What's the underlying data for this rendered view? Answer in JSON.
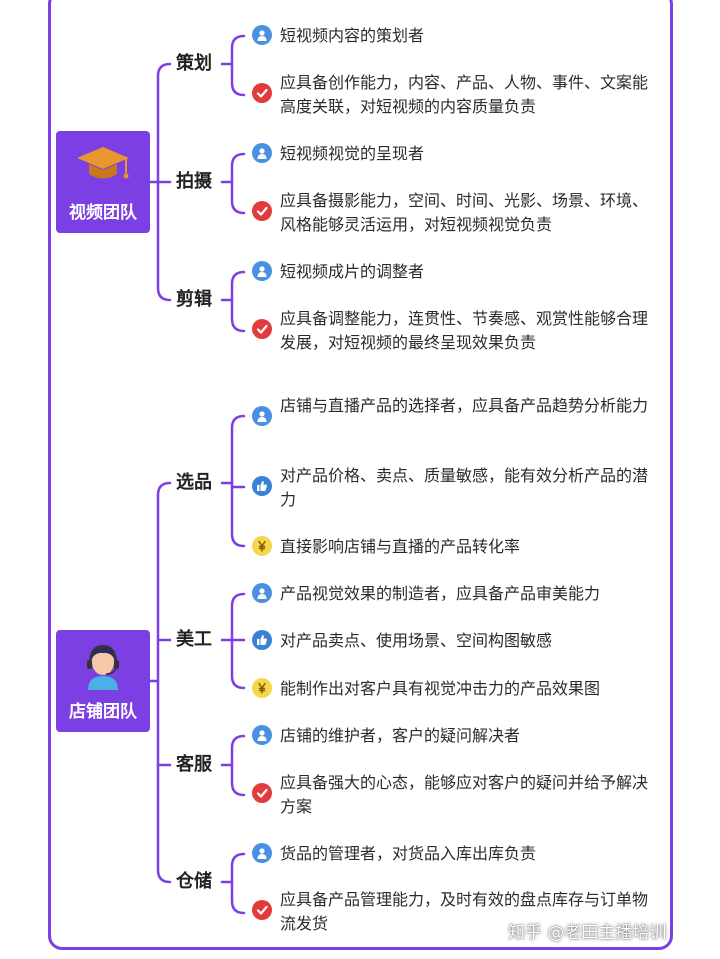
{
  "teams": [
    {
      "label": "视频团队",
      "icon": "graduation-cap-icon",
      "roles": [
        {
          "label": "策划",
          "items": [
            {
              "icon": "person-icon",
              "text": "短视频内容的策划者"
            },
            {
              "icon": "check-icon",
              "text": "应具备创作能力，内容、产品、人物、事件、文案能高度关联，对短视频的内容质量负责"
            }
          ]
        },
        {
          "label": "拍摄",
          "items": [
            {
              "icon": "person-icon",
              "text": "短视频视觉的呈现者"
            },
            {
              "icon": "check-icon",
              "text": "应具备摄影能力，空间、时间、光影、场景、环境、风格能够灵活运用，对短视频视觉负责"
            }
          ]
        },
        {
          "label": "剪辑",
          "items": [
            {
              "icon": "person-icon",
              "text": "短视频成片的调整者"
            },
            {
              "icon": "check-icon",
              "text": "应具备调整能力，连贯性、节奏感、观赏性能够合理发展，对短视频的最终呈现效果负责"
            }
          ]
        }
      ]
    },
    {
      "label": "店铺团队",
      "icon": "customer-service-agent-icon",
      "roles": [
        {
          "label": "选品",
          "items": [
            {
              "icon": "person-icon",
              "text": "店铺与直播产品的选择者，应具备产品趋势分析能力"
            },
            {
              "icon": "thumbs-up-icon",
              "text": "对产品价格、卖点、质量敏感，能有效分析产品的潜力"
            },
            {
              "icon": "yen-coin-icon",
              "text": "直接影响店铺与直播的产品转化率"
            }
          ]
        },
        {
          "label": "美工",
          "items": [
            {
              "icon": "person-icon",
              "text": "产品视觉效果的制造者，应具备产品审美能力"
            },
            {
              "icon": "thumbs-up-icon",
              "text": "对产品卖点、使用场景、空间构图敏感"
            },
            {
              "icon": "yen-coin-icon",
              "text": "能制作出对客户具有视觉冲击力的产品效果图"
            }
          ]
        },
        {
          "label": "客服",
          "items": [
            {
              "icon": "person-icon",
              "text": "店铺的维护者，客户的疑问解决者"
            },
            {
              "icon": "check-icon",
              "text": "应具备强大的心态，能够应对客户的疑问并给予解决方案"
            }
          ]
        },
        {
          "label": "仓储",
          "items": [
            {
              "icon": "person-icon",
              "text": "货品的管理者，对货品入库出库负责"
            },
            {
              "icon": "check-icon",
              "text": "应具备产品管理能力，及时有效的盘点库存与订单物流发货"
            }
          ]
        }
      ]
    }
  ],
  "watermark": "知乎 @老田主播培训",
  "colors": {
    "accent": "#7b3fe4",
    "person_bullet": "#4a90e2",
    "check_bullet": "#e23b3b",
    "like_bullet": "#3b82d6",
    "coin_bullet": "#f6d64a"
  }
}
